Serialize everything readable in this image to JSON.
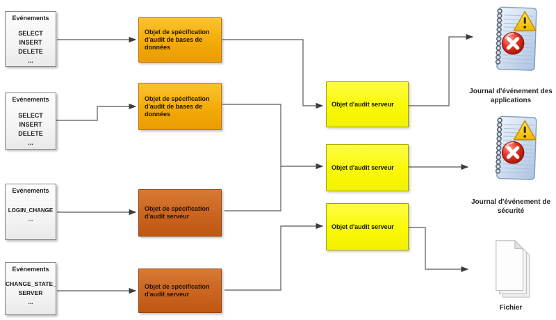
{
  "diagram": {
    "event_boxes": [
      {
        "title": "Evénements",
        "lines": [
          "SELECT",
          "INSERT",
          "DELETE",
          "..."
        ]
      },
      {
        "title": "Evénements",
        "lines": [
          "SELECT",
          "INSERT",
          "DELETE",
          "..."
        ]
      },
      {
        "title": "Evénements",
        "lines": [
          "LOGIN_CHANGE",
          "..."
        ]
      },
      {
        "title": "Evénements",
        "lines": [
          "CHANGE_STATE_",
          "SERVER",
          "..."
        ]
      }
    ],
    "spec_boxes": [
      {
        "label": "Objet de spécification d'audit de bases de données",
        "kind": "database"
      },
      {
        "label": "Objet de spécification d'audit de bases de données",
        "kind": "database"
      },
      {
        "label": "Objet de spécification d'audit serveur",
        "kind": "server"
      },
      {
        "label": "Objet de spécification d'audit serveur",
        "kind": "server"
      }
    ],
    "audit_boxes": [
      {
        "label": "Objet d'audit serveur"
      },
      {
        "label": "Objet d'audit serveur"
      },
      {
        "label": "Objet d'audit serveur"
      }
    ],
    "outputs": [
      {
        "label": "Journal d'événement des applications",
        "icon": "event-log-icon"
      },
      {
        "label": "Journal d'événement de sécurité",
        "icon": "event-log-icon"
      },
      {
        "label": "Fichier",
        "icon": "file-icon"
      }
    ],
    "colors": {
      "database_spec_fill": "#F2A90A",
      "server_spec_fill": "#C4641F",
      "server_audit_fill": "#F8F800",
      "event_box_fill": "#F6F6F6",
      "connector": "#4F4F4F"
    }
  }
}
